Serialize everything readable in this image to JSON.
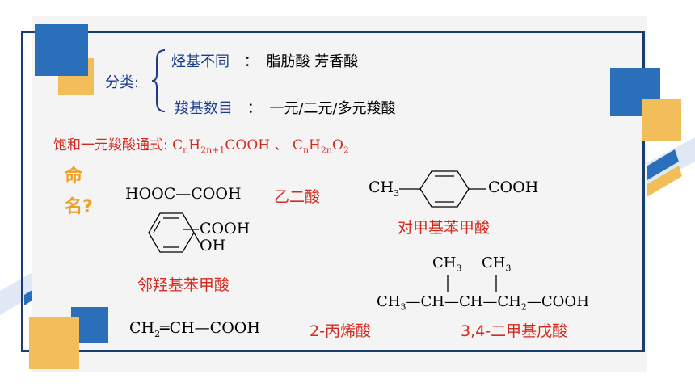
{
  "classification": {
    "label": "分类:",
    "row1": {
      "name": "烃基不同",
      "colon": "：",
      "value": "脂肪酸 芳香酸"
    },
    "row2": {
      "name": "羧基数目",
      "colon": "：",
      "value": "一元/二元/多元羧酸"
    }
  },
  "formula_line": {
    "label": "饱和一元羧酸通式:",
    "sep": "、"
  },
  "naming": {
    "line1": "命",
    "line2": "名?"
  },
  "compounds": {
    "oxalic": {
      "formula": "HOOC—COOH",
      "name": "乙二酸"
    },
    "toluic": {
      "left": "CH",
      "right": "COOH",
      "name": "对甲基苯甲酸"
    },
    "salicylic": {
      "cooh": "COOH",
      "oh": "OH",
      "name": "邻羟基苯甲酸"
    },
    "dimethylpentanoic": {
      "me1": "CH",
      "me2": "CH",
      "chain_a": "CH",
      "chain_b": "—CH—CH—CH",
      "chain_c": "—COOH",
      "name": "3,4-二甲基戊酸"
    },
    "acrylic": {
      "part1": "CH",
      "part2": "CH—COOH",
      "name": "2-丙烯酸"
    }
  },
  "colors": {
    "blue": "#2a6fba",
    "yellow": "#f2be5a",
    "frame": "#1a3c6e",
    "red": "#d42a1f"
  }
}
